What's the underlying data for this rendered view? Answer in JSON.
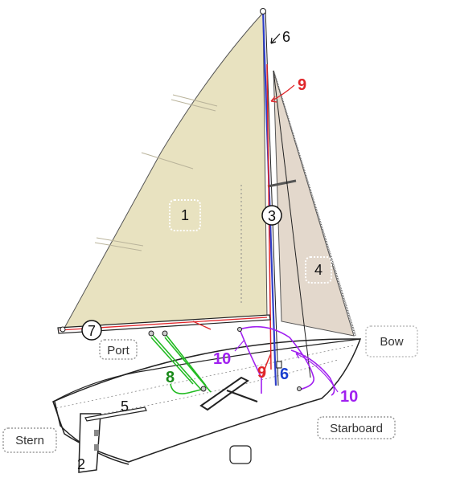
{
  "labels": {
    "n1": "1",
    "n2": "2",
    "n3": "3",
    "n4": "4",
    "n5": "5",
    "n6_top": "6",
    "n6_mid": "6",
    "n7": "7",
    "n8": "8",
    "n9_top": "9",
    "n9_mid": "9",
    "n10_left": "10",
    "n10_right": "10"
  },
  "tags": {
    "port": "Port",
    "starboard": "Starboard",
    "bow": "Bow",
    "stern": "Stern"
  },
  "colors": {
    "mainsail": "#e8e2c0",
    "jib": "#e3d8cc",
    "mast": "#2f3fc8",
    "halyard_red": "#e0262a",
    "sheet_green": "#22bb22",
    "sheet_purple": "#a020f0",
    "label_red": "#e0262a",
    "label_green": "#1a8a1a",
    "label_blue": "#1a3fd0",
    "label_purple": "#a020f0",
    "tag_border": "#9a9a9a"
  }
}
